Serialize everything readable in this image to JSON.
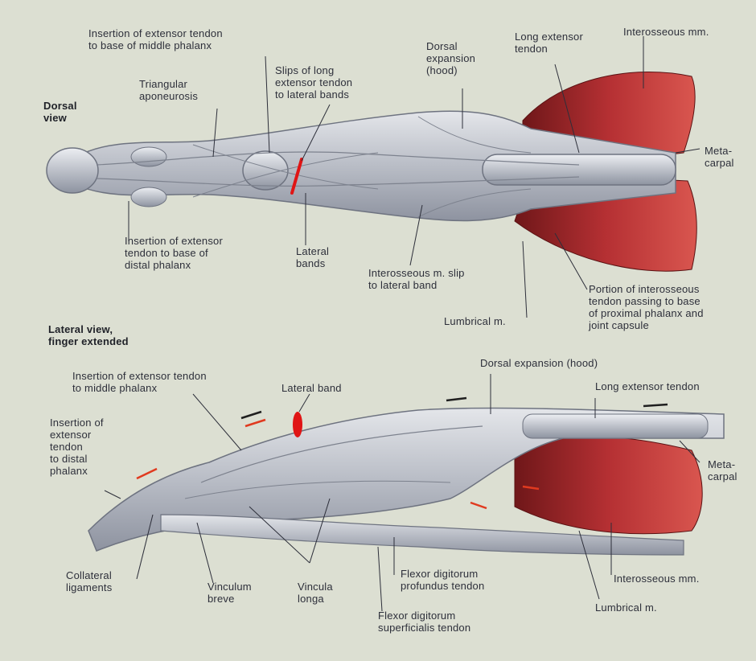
{
  "colors": {
    "background": "#dcdfd2",
    "tendon": "#cfd2d8",
    "bone": "#9aa0ac",
    "muscle": "#a0282a",
    "marker": "#e01515",
    "arrow_red": "#e03a1f",
    "arrow_black": "#1f1f1f"
  },
  "top": {
    "heading": "Dorsal\nview",
    "labels": {
      "insertion_middle": "Insertion of extensor tendon\nto base of middle phalanx",
      "triangular": "Triangular\naponeurosis",
      "slips": "Slips of long\nextensor tendon\nto lateral bands",
      "dorsal_expansion": "Dorsal\nexpansion\n(hood)",
      "long_extensor": "Long extensor\ntendon",
      "interosseous_mm": "Interosseous mm.",
      "metacarpal": "Meta-\ncarpal",
      "insertion_distal": "Insertion of extensor\ntendon to base of\ndistal phalanx",
      "lateral_bands": "Lateral\nbands",
      "interosseous_slip": "Interosseous m. slip\nto lateral band",
      "lumbrical": "Lumbrical m.",
      "portion_interosseous": "Portion of interosseous\ntendon passing to base\nof proximal phalanx and\njoint capsule"
    }
  },
  "bottom": {
    "heading": "Lateral view,\nfinger extended",
    "labels": {
      "insertion_middle": "Insertion of extensor tendon\nto middle phalanx",
      "lateral_band": "Lateral band",
      "dorsal_expansion": "Dorsal expansion (hood)",
      "long_extensor": "Long extensor tendon",
      "insertion_distal": "Insertion of\nextensor\ntendon\nto distal\nphalanx",
      "metacarpal": "Meta-\ncarpal",
      "collateral": "Collateral\nligaments",
      "vinculum_breve": "Vinculum\nbreve",
      "vincula_longa": "Vincula\nlonga",
      "fdp": "Flexor digitorum\nprofundus tendon",
      "fds": "Flexor digitorum\nsuperficialis tendon",
      "interosseous_mm": "Interosseous mm.",
      "lumbrical": "Lumbrical m."
    }
  }
}
